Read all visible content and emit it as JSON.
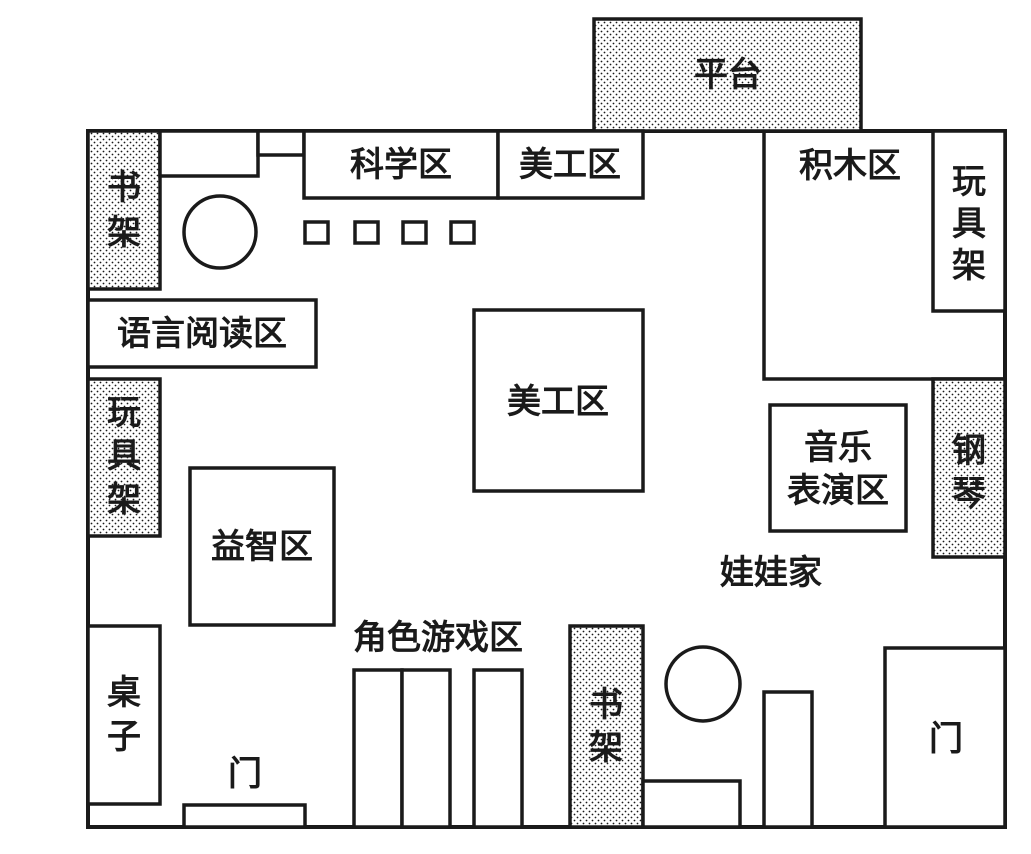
{
  "labels": {
    "platform": "平台",
    "science_area": "科学区",
    "art_area_top": "美工区",
    "blocks_area": "积木区",
    "toy_shelf_top_right": [
      "玩",
      "具",
      "架"
    ],
    "bookshelf_top_left": [
      "书",
      "架"
    ],
    "language_reading_area": "语言阅读区",
    "toy_shelf_left": [
      "玩",
      "具",
      "架"
    ],
    "art_area_center": "美工区",
    "music_area": [
      "音乐",
      "表演区"
    ],
    "piano": [
      "钢",
      "琴"
    ],
    "puzzle_area": "益智区",
    "doll_house": "娃娃家",
    "role_play_area": "角色游戏区",
    "bookshelf_bottom": [
      "书",
      "架"
    ],
    "table": [
      "桌",
      "子"
    ],
    "door_bottom": "门",
    "door_right": "门"
  },
  "colors": {
    "stroke": "#1a1a1a",
    "fill": "#ffffff",
    "dot": "#1a1a1a"
  }
}
